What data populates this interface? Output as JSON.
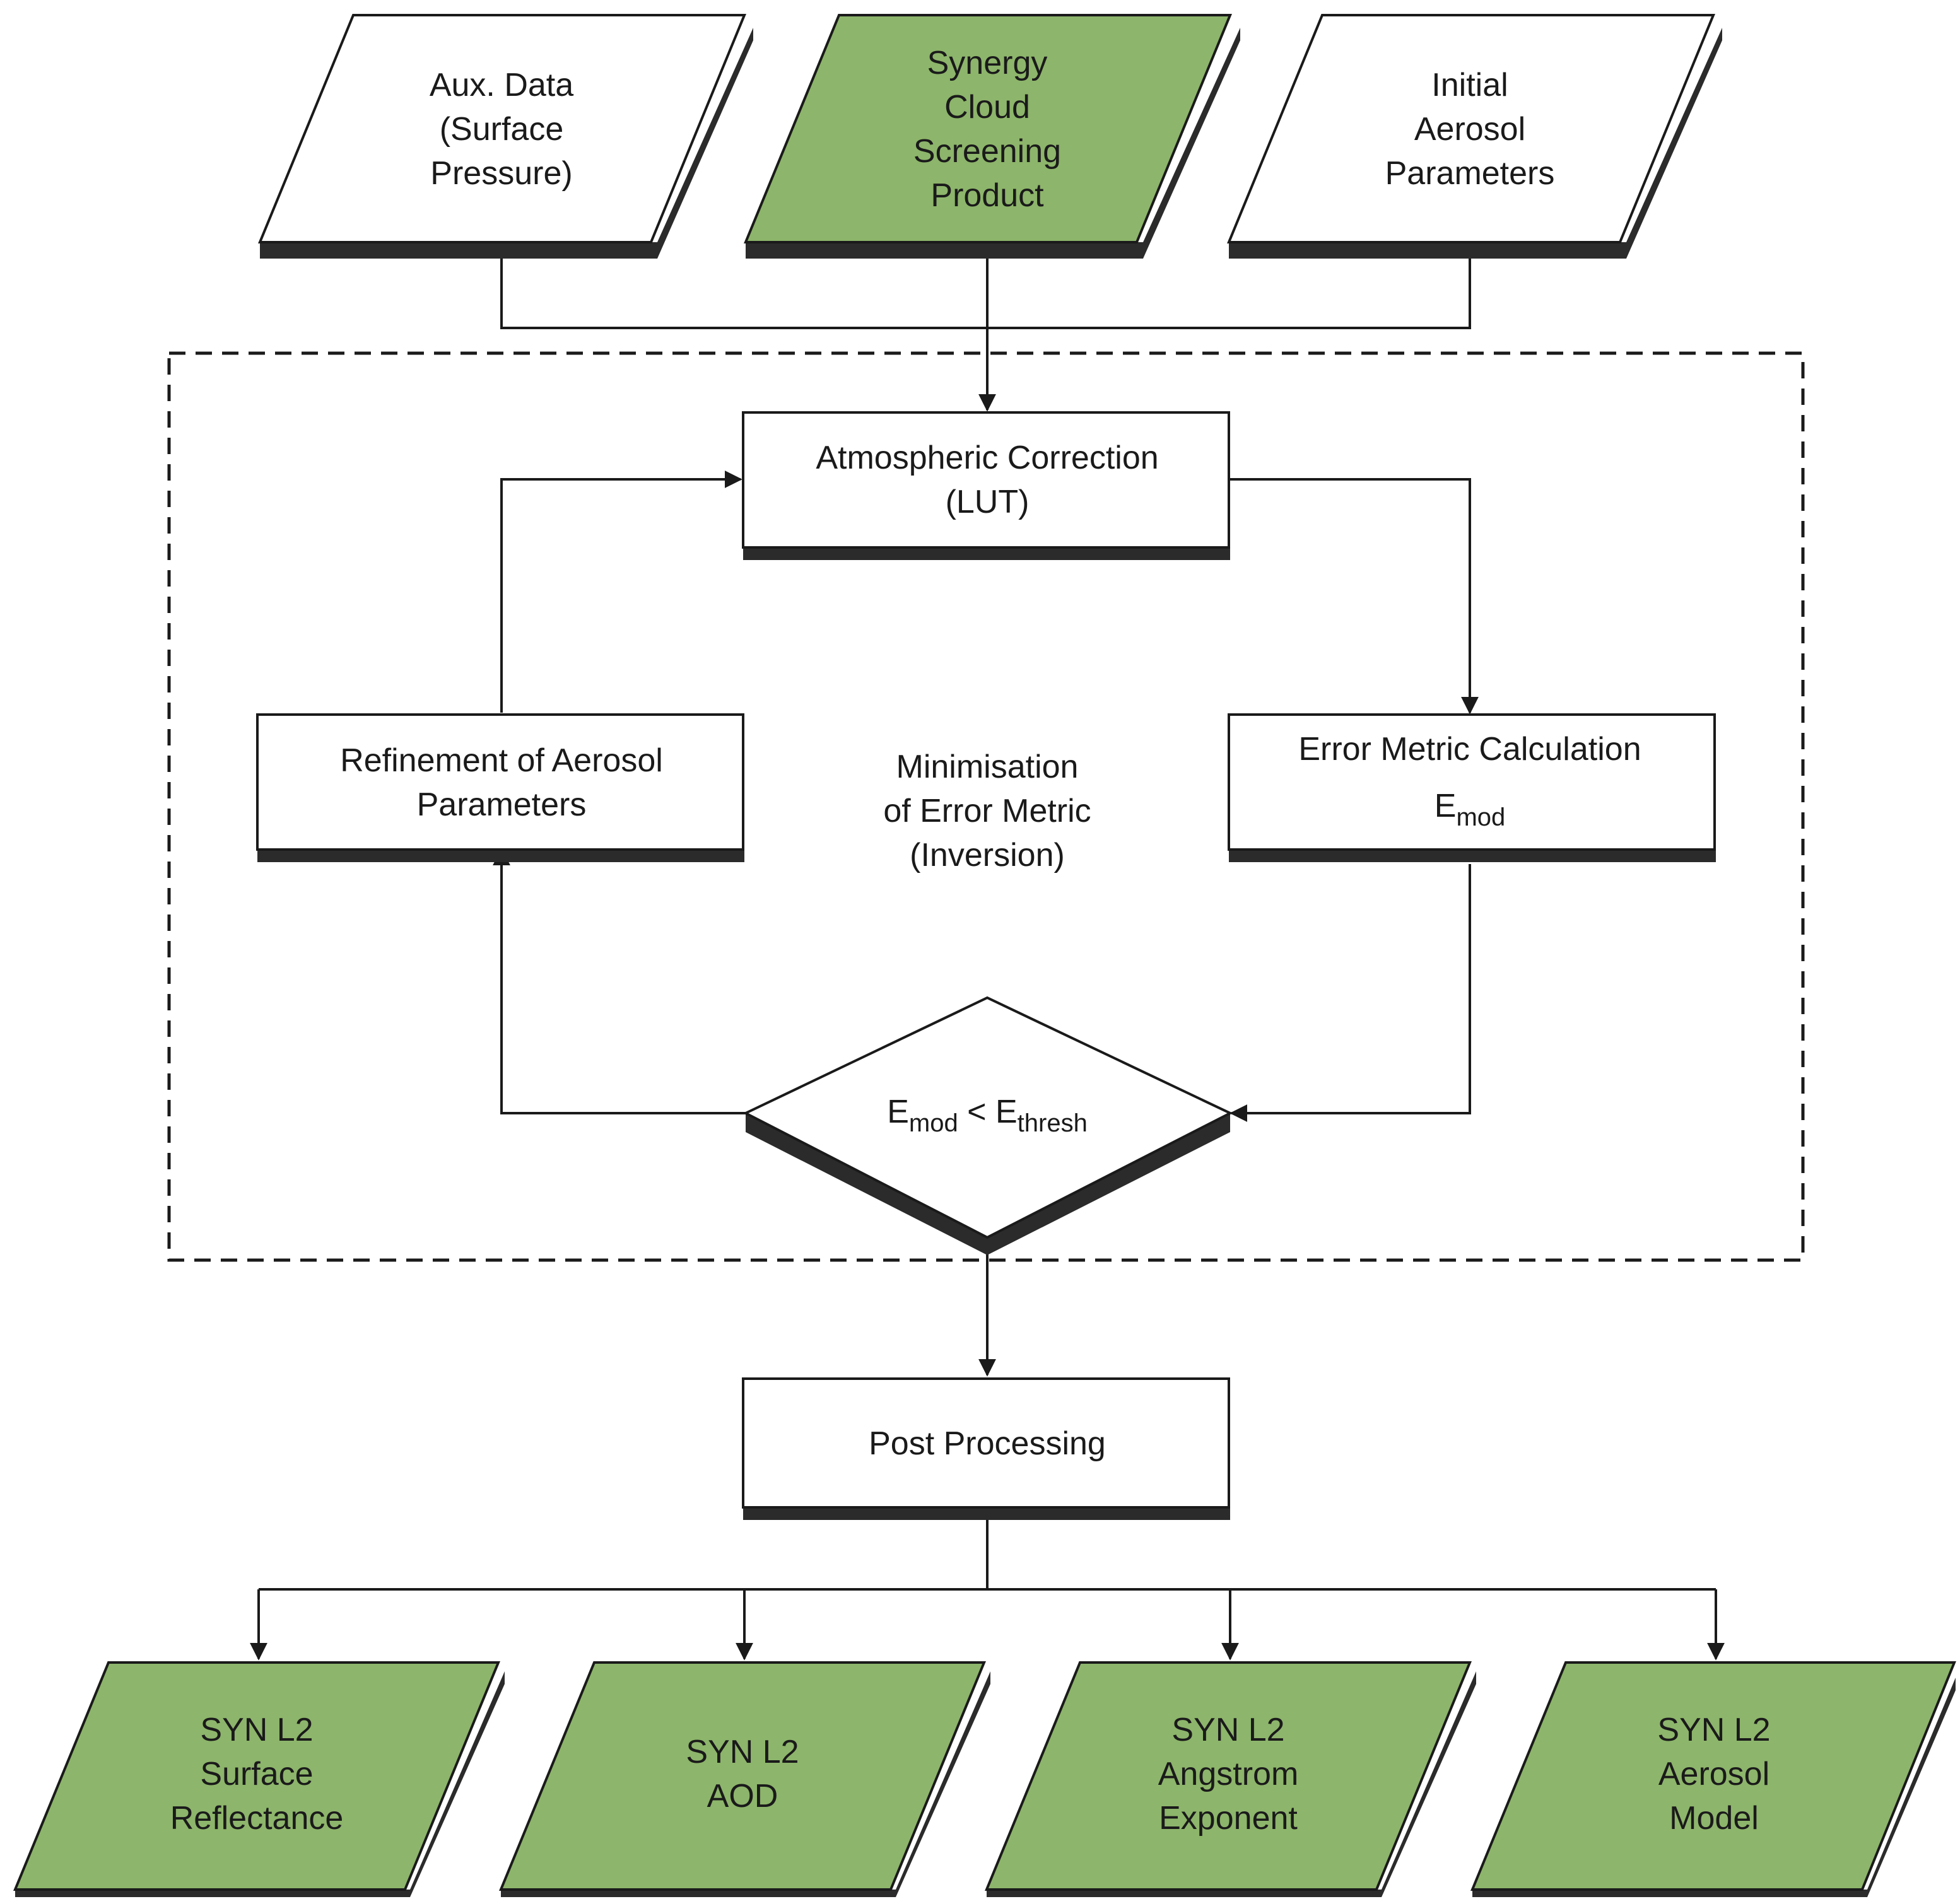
{
  "colors": {
    "input_green": "#8db56b",
    "input_white": "#ffffff",
    "line": "#1a1a1a",
    "shadow": "#2b2b2b"
  },
  "inputs": {
    "aux_data": [
      "Aux. Data",
      "(Surface",
      "Pressure)"
    ],
    "cloud_screening": [
      "Synergy",
      "Cloud",
      "Screening",
      "Product"
    ],
    "initial_aerosol": [
      "Initial",
      "Aerosol",
      "Parameters"
    ]
  },
  "process": {
    "atmospheric_correction": [
      "Atmospheric Correction",
      "(LUT)"
    ],
    "refinement": [
      "Refinement of Aerosol",
      "Parameters"
    ],
    "error_metric": {
      "title": "Error Metric Calculation",
      "symbol": "E",
      "subscript": "mod"
    },
    "minimisation_label": [
      "Minimisation",
      "of Error Metric",
      "(Inversion)"
    ],
    "decision": {
      "left_symbol": "E",
      "left_sub": "mod",
      "operator": " < ",
      "right_symbol": "E",
      "right_sub": "thresh"
    },
    "post_processing": "Post Processing"
  },
  "outputs": {
    "surface_reflectance": [
      "SYN L2",
      "Surface",
      "Reflectance"
    ],
    "aod": [
      "SYN L2",
      "AOD"
    ],
    "angstrom": [
      "SYN L2",
      "Angstrom",
      "Exponent"
    ],
    "aerosol_model": [
      "SYN L2",
      "Aerosol",
      "Model"
    ]
  }
}
